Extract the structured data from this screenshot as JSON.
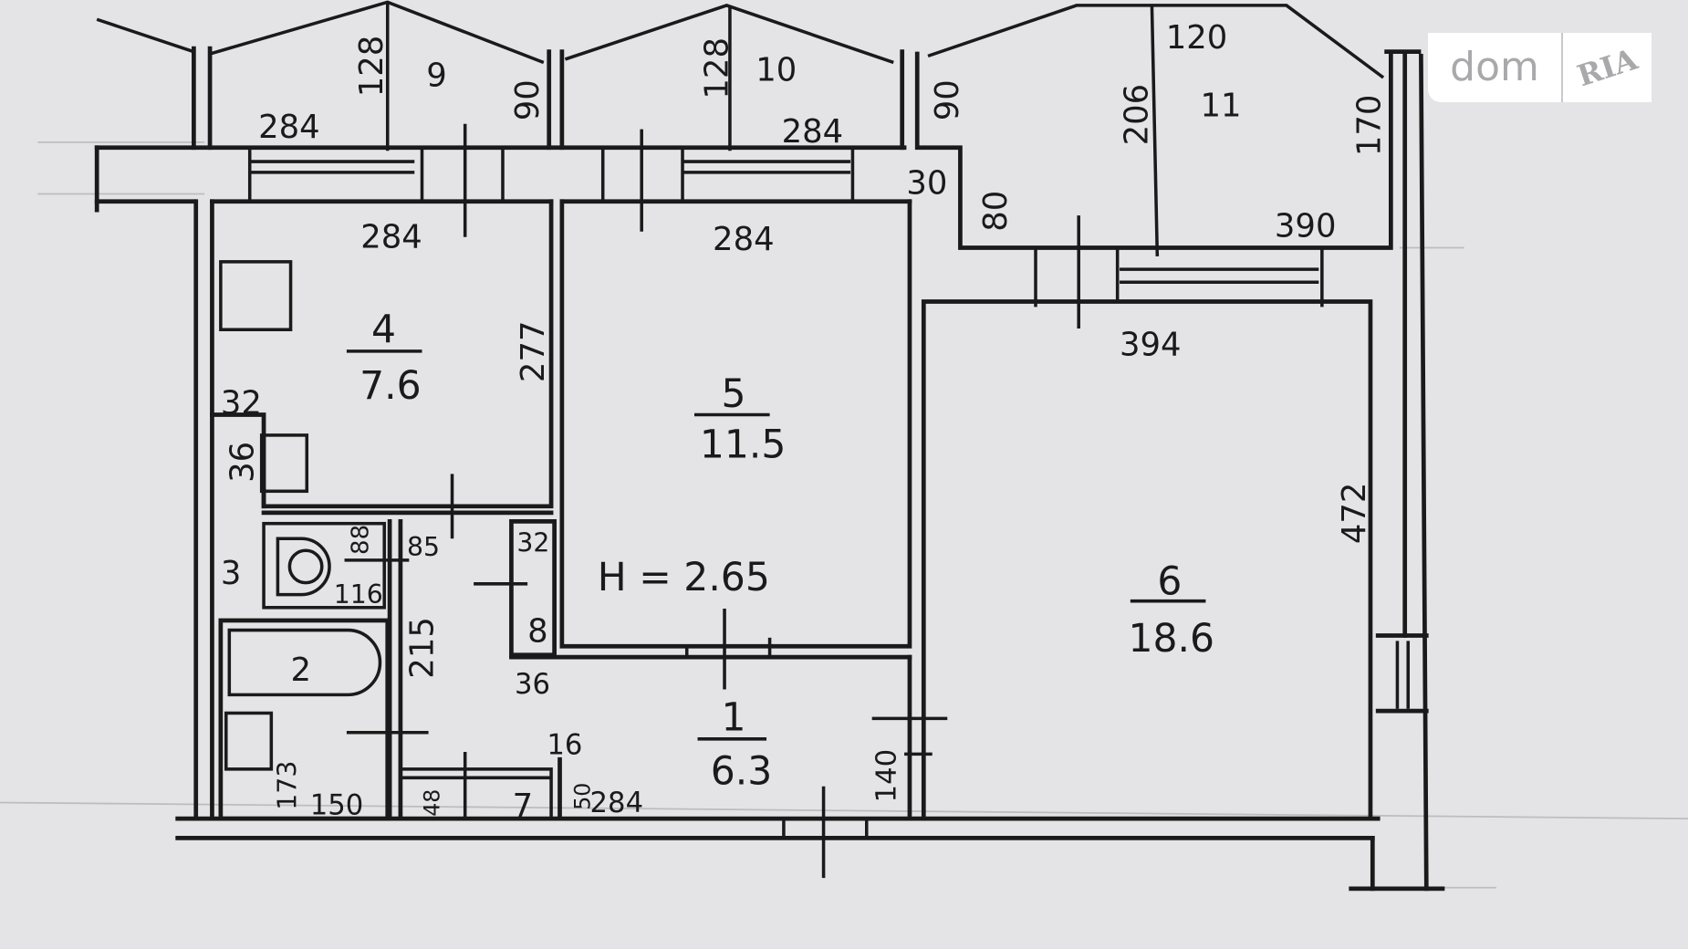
{
  "logo": {
    "brand": "dom",
    "sub": "RIA"
  },
  "rooms": [
    {
      "id": "1",
      "area": "6.3"
    },
    {
      "id": "2"
    },
    {
      "id": "3"
    },
    {
      "id": "4",
      "area": "7.6"
    },
    {
      "id": "5",
      "area": "11.5"
    },
    {
      "id": "6",
      "area": "18.6"
    },
    {
      "id": "7"
    },
    {
      "id": "8"
    },
    {
      "id": "9"
    },
    {
      "id": "10"
    },
    {
      "id": "11"
    }
  ],
  "ceiling_height": "H = 2.65",
  "dims": {
    "b9_depth": "128",
    "b9_width": "284",
    "b9_side": "90",
    "b10_depth": "128",
    "b10_width": "284",
    "b11_side": "90",
    "b11_top": "120",
    "b11_depth": "206",
    "b11_right": "170",
    "b11_step": "30",
    "b11_step_h": "80",
    "b11_width": "390",
    "r4_width": "284",
    "r4_len": "277",
    "r4_a": "32",
    "r4_b": "36",
    "r5_width": "284",
    "r6_width": "394",
    "r6_len": "472",
    "r3_a": "88",
    "r3_b": "116",
    "r3_c": "85",
    "r8_a": "32",
    "r2_a": "215",
    "r2_b": "173",
    "r2_c": "150",
    "r1_a": "36",
    "r1_b": "16",
    "r1_c": "50",
    "r1_d": "284",
    "r1_e": "140",
    "r7_a": "48"
  }
}
